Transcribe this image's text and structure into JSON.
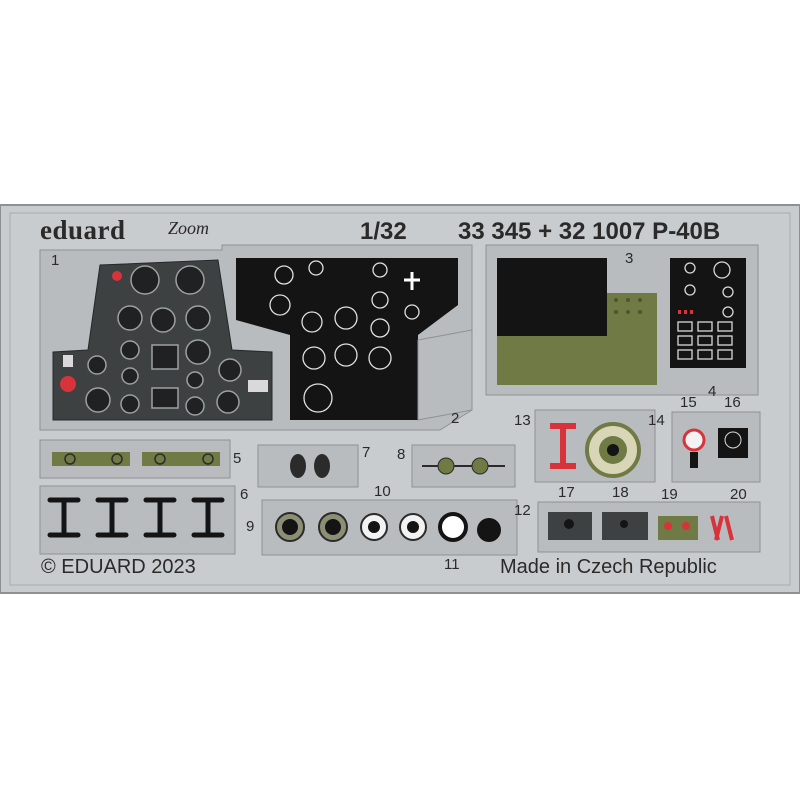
{
  "brand": {
    "name": "eduard",
    "logo_text": "Zoom"
  },
  "header": {
    "scale": "1/32",
    "product": "33 345 + 32 1007 P-40B"
  },
  "footer": {
    "copyright": "© EDUARD 2023",
    "origin": "Made in Czech Republic"
  },
  "part_numbers": [
    "1",
    "2",
    "3",
    "4",
    "5",
    "6",
    "7",
    "8",
    "9",
    "10",
    "11",
    "12",
    "13",
    "14",
    "15",
    "16",
    "17",
    "18",
    "19",
    "20"
  ],
  "colors": {
    "fret": "#c9ccce",
    "fret_edge": "#8e9194",
    "panel_dark": "#3e4142",
    "panel_black": "#141414",
    "interior_green": "#6f7a45",
    "red": "#d8333a"
  }
}
